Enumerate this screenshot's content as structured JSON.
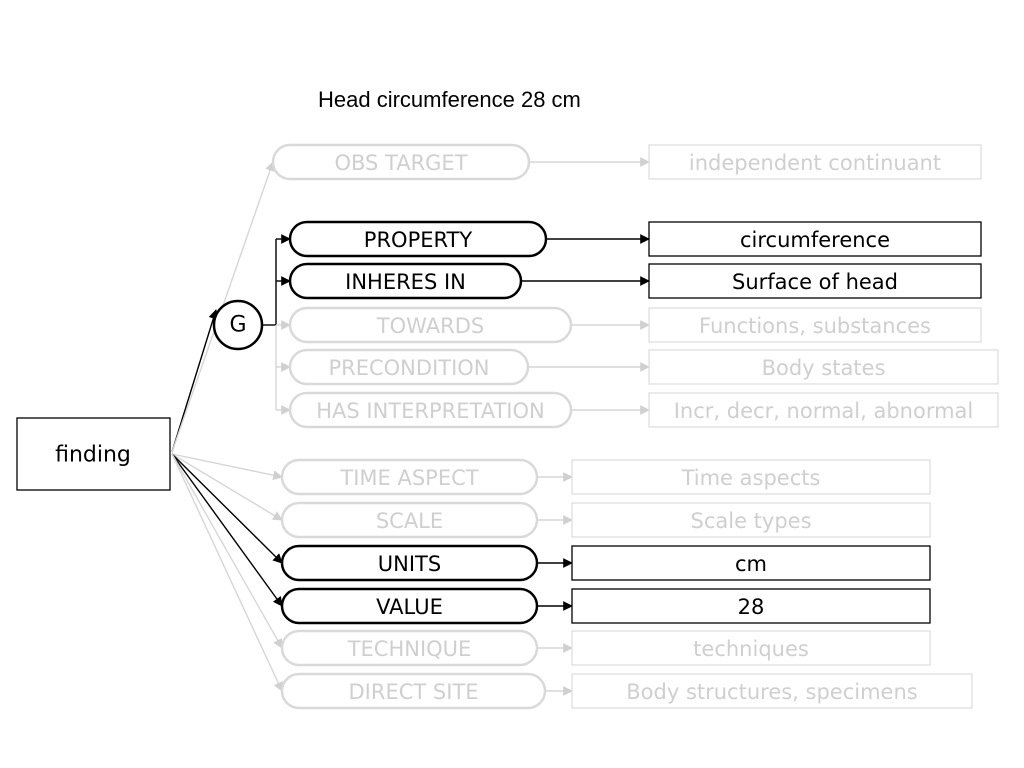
{
  "title": "Head circumference 28 cm",
  "root": {
    "label": "finding"
  },
  "group_node": {
    "label": "G"
  },
  "group_attributes": [
    {
      "id": "property",
      "label": "PROPERTY",
      "value": "circumference",
      "active": true
    },
    {
      "id": "inheres-in",
      "label": "INHERES IN",
      "value": "Surface of head",
      "active": true
    },
    {
      "id": "towards",
      "label": "TOWARDS",
      "value": "Functions, substances",
      "active": false
    },
    {
      "id": "precondition",
      "label": "PRECONDITION",
      "value": "Body states",
      "active": false
    },
    {
      "id": "has-interpretation",
      "label": "HAS INTERPRETATION",
      "value": "Incr, decr, normal, abnormal",
      "active": false
    }
  ],
  "direct_attributes": [
    {
      "id": "obs-target",
      "label": "OBS TARGET",
      "value": "independent continuant",
      "active": false
    },
    {
      "id": "time-aspect",
      "label": "TIME ASPECT",
      "value": "Time aspects",
      "active": false
    },
    {
      "id": "scale",
      "label": "SCALE",
      "value": "Scale types",
      "active": false
    },
    {
      "id": "units",
      "label": "UNITS",
      "value": "cm",
      "active": true
    },
    {
      "id": "value",
      "label": "VALUE",
      "value": "28",
      "active": true
    },
    {
      "id": "technique",
      "label": "TECHNIQUE",
      "value": "techniques",
      "active": false
    },
    {
      "id": "direct-site",
      "label": "DIRECT SITE",
      "value": "Body structures, specimens",
      "active": false
    }
  ],
  "colors": {
    "active": "#000000",
    "inactive": "#d0d0d0"
  }
}
